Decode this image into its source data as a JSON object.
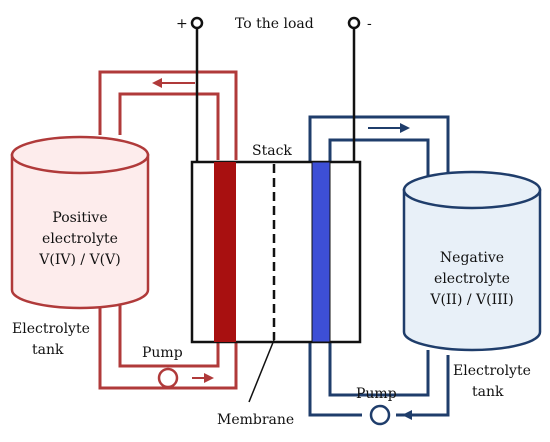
{
  "labels": {
    "plus": "+",
    "minus": "-",
    "load": "To the load",
    "stack": "Stack",
    "membrane": "Membrane",
    "pump_left": "Pump",
    "pump_right": "Pump",
    "pos_line1": "Positive",
    "pos_line2": "electrolyte",
    "pos_line3": "V(IV) / V(V)",
    "neg_line1": "Negative",
    "neg_line2": "electrolyte",
    "neg_line3": "V(II) / V(III)",
    "tank_left_line1": "Electrolyte",
    "tank_left_line2": "tank",
    "tank_right_line1": "Electrolyte",
    "tank_right_line2": "tank"
  },
  "colors": {
    "positive_circuit": "#b03a3a",
    "positive_tank_fill": "#fdecec",
    "positive_electrode": "#a81010",
    "negative_circuit": "#1f3d6b",
    "negative_tank_fill": "#e8f0f8",
    "negative_electrode": "#3d4fd6",
    "wire": "#111111"
  }
}
